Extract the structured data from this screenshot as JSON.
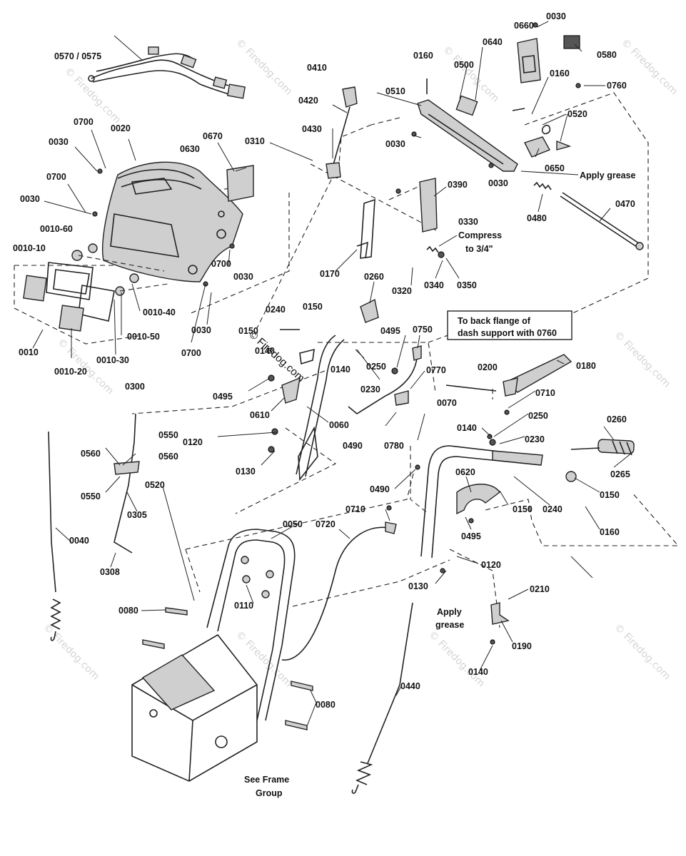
{
  "watermark": "© Firedog.com",
  "labels": {
    "p0570": "0570 / 0575",
    "p0700a": "0700",
    "p0020": "0020",
    "p0030a": "0030",
    "p0670": "0670",
    "p0630": "0630",
    "p0700b": "0700",
    "p0030b": "0030",
    "p0010_60": "0010-60",
    "p0010_10": "0010-10",
    "p0700c": "0700",
    "p0030c": "0030",
    "p0010_40": "0010-40",
    "p0010_50": "0010-50",
    "p0010": "0010",
    "p0010_30": "0010-30",
    "p0010_20": "0010-20",
    "p0700d": "0700",
    "p0030d": "0030",
    "p0410": "0410",
    "p0420": "0420",
    "p0430": "0430",
    "p0310": "0310",
    "p0160a": "0160",
    "p0500": "0500",
    "p0640": "0640",
    "p0660": "0660",
    "p0030e": "0030",
    "p0580": "0580",
    "p0510": "0510",
    "p0160b": "0160",
    "p0760": "0760",
    "p0520a": "0520",
    "p0030f": "0030",
    "p0650": "0650",
    "p0030g": "0030",
    "p0390": "0390",
    "p0480": "0480",
    "p0470": "0470",
    "p0330": "0330",
    "p0320": "0320",
    "p0340": "0340",
    "p0350": "0350",
    "p0170": "0170",
    "p0260a": "0260",
    "p0240a": "0240",
    "p0150a": "0150",
    "p0150b": "0150",
    "p0140a": "0140",
    "p0495a": "0495",
    "p0750": "0750",
    "p0140b": "0140",
    "p0250a": "0250",
    "p0230a": "0230",
    "p0495b": "0495",
    "p0610": "0610",
    "p0060": "0060",
    "p0770": "0770",
    "p0200": "0200",
    "p0180": "0180",
    "p0300": "0300",
    "p0120a": "0120",
    "p0130a": "0130",
    "p0490a": "0490",
    "p0780": "0780",
    "p0070": "0070",
    "p0710a": "0710",
    "p0250b": "0250",
    "p0140c": "0140",
    "p0230b": "0230",
    "p0260b": "0260",
    "p0265": "0265",
    "p0150c": "0150",
    "p0160c": "0160",
    "p0550a": "0550",
    "p0560a": "0560",
    "p0560b": "0560",
    "p0550b": "0550",
    "p0520b": "0520",
    "p0305": "0305",
    "p0620": "0620",
    "p0490b": "0490",
    "p0150d": "0150",
    "p0240b": "0240",
    "p0495c": "0495",
    "p0040": "0040",
    "p0308": "0308",
    "p0050": "0050",
    "p0720": "0720",
    "p0710b": "0710",
    "p0120b": "0120",
    "p0130b": "0130",
    "p0210": "0210",
    "p0110": "0110",
    "p0080a": "0080",
    "p0190": "0190",
    "p0140d": "0140",
    "p0440": "0440",
    "p0080b": "0080"
  },
  "notes": {
    "apply_grease_top": "Apply grease",
    "compress_line1": "Compress",
    "compress_line2": "to 3/4\"",
    "back_flange_line1": "To back flange of",
    "back_flange_line2": "dash support with 0760",
    "apply_grease_bottom_line1": "Apply",
    "apply_grease_bottom_line2": "grease",
    "see_frame_line1": "See Frame",
    "see_frame_line2": "Group"
  }
}
